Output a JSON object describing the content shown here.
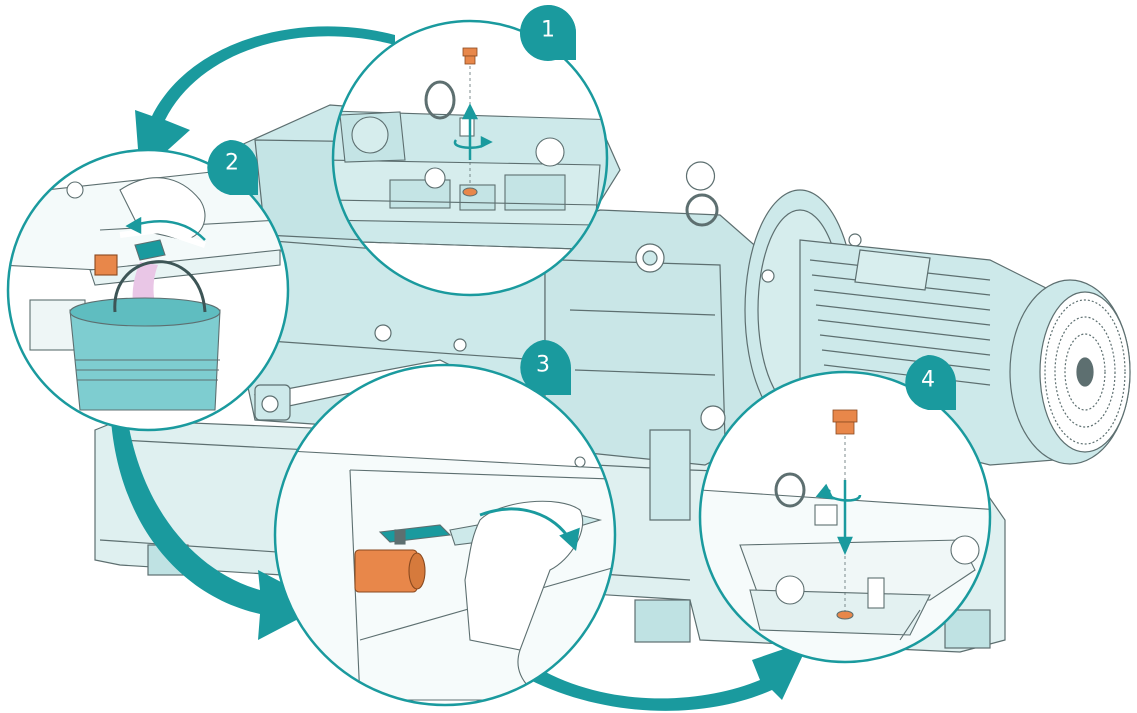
{
  "steps": [
    {
      "number": "1"
    },
    {
      "number": "2"
    },
    {
      "number": "3"
    },
    {
      "number": "4"
    }
  ],
  "colors": {
    "teal": "#1a9a9e",
    "pump_body": "#cde9ea",
    "outline": "#5d6f70",
    "plug": "#e8874a",
    "liquid": "#e9c6e6",
    "bucket": "#7ecdd0"
  }
}
